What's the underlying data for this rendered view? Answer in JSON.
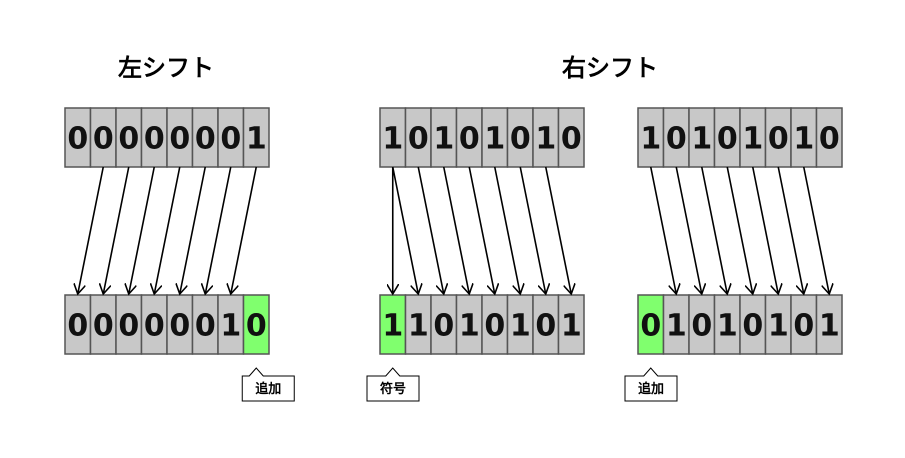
{
  "titles": {
    "left": "左シフト",
    "right": "右シフト"
  },
  "colors": {
    "cell_fill": "#c8c8c8",
    "cell_stroke": "#555555",
    "highlight_fill": "#80ff6e",
    "arrow": "#000000"
  },
  "diagrams": [
    {
      "name": "left-shift",
      "before": [
        "0",
        "0",
        "0",
        "0",
        "0",
        "0",
        "0",
        "1"
      ],
      "after": [
        "0",
        "0",
        "0",
        "0",
        "0",
        "0",
        "1",
        "0"
      ],
      "highlight_index": 7,
      "arrows": [
        [
          1,
          0
        ],
        [
          2,
          1
        ],
        [
          3,
          2
        ],
        [
          4,
          3
        ],
        [
          5,
          4
        ],
        [
          6,
          5
        ],
        [
          7,
          6
        ]
      ],
      "label": "追加",
      "label_index": 7
    },
    {
      "name": "arithmetic-right-shift",
      "before": [
        "1",
        "0",
        "1",
        "0",
        "1",
        "0",
        "1",
        "0"
      ],
      "after": [
        "1",
        "1",
        "0",
        "1",
        "0",
        "1",
        "0",
        "1"
      ],
      "highlight_index": 0,
      "arrows": [
        [
          0,
          0
        ],
        [
          0,
          1
        ],
        [
          1,
          2
        ],
        [
          2,
          3
        ],
        [
          3,
          4
        ],
        [
          4,
          5
        ],
        [
          5,
          6
        ],
        [
          6,
          7
        ]
      ],
      "label": "符号",
      "label_index": 0
    },
    {
      "name": "logical-right-shift",
      "before": [
        "1",
        "0",
        "1",
        "0",
        "1",
        "0",
        "1",
        "0"
      ],
      "after": [
        "0",
        "1",
        "0",
        "1",
        "0",
        "1",
        "0",
        "1"
      ],
      "highlight_index": 0,
      "arrows": [
        [
          0,
          1
        ],
        [
          1,
          2
        ],
        [
          2,
          3
        ],
        [
          3,
          4
        ],
        [
          4,
          5
        ],
        [
          5,
          6
        ],
        [
          6,
          7
        ]
      ],
      "label": "追加",
      "label_index": 0
    }
  ]
}
